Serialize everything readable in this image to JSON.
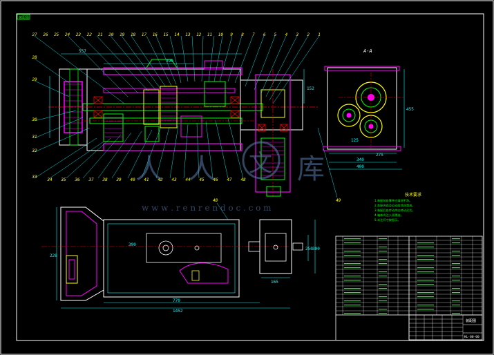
{
  "corner_tag": "装配图",
  "section_title": "A-A",
  "tech_title": "技术要求",
  "tech_lines": [
    "1.装配前各零件应清洗干净。",
    "2.各配合面及运动面涂润滑油。",
    "3.装配后各传动件应转动灵活。",
    "4.箱体内注入润滑油。",
    "5.未注尺寸按图示。"
  ],
  "watermark": {
    "chars": [
      "人",
      "人",
      "文",
      "库"
    ],
    "url": "w w w . r e n r e n d o c . c o m"
  },
  "dimensions": {
    "top": "557",
    "mid": "390",
    "side": "152",
    "section_h": "455",
    "section_w1": "125",
    "section_w2": "275",
    "section_w3": "340",
    "section_w4": "400",
    "plan_1": "770",
    "plan_2": "1452",
    "plan_v": "228",
    "box_w": "165",
    "box_h1": "250",
    "box_h2": "300"
  },
  "balloons_top": [
    "27",
    "26",
    "25",
    "24",
    "23",
    "22",
    "21",
    "20",
    "19",
    "18",
    "17",
    "16",
    "15",
    "14",
    "13",
    "12",
    "11",
    "10",
    "9",
    "8",
    "7",
    "6",
    "5",
    "4",
    "3",
    "2",
    "1"
  ],
  "balloons_left": [
    "28",
    "29",
    "30",
    "31",
    "32",
    "33"
  ],
  "balloons_bottom": [
    "34",
    "35",
    "36",
    "37",
    "38",
    "39",
    "40",
    "41",
    "42",
    "43",
    "44",
    "45",
    "46",
    "47",
    "48"
  ],
  "balloon_right": "49",
  "balloon_plan": "48",
  "title_block": {
    "name": "装配图",
    "code": "KL-00-00"
  }
}
